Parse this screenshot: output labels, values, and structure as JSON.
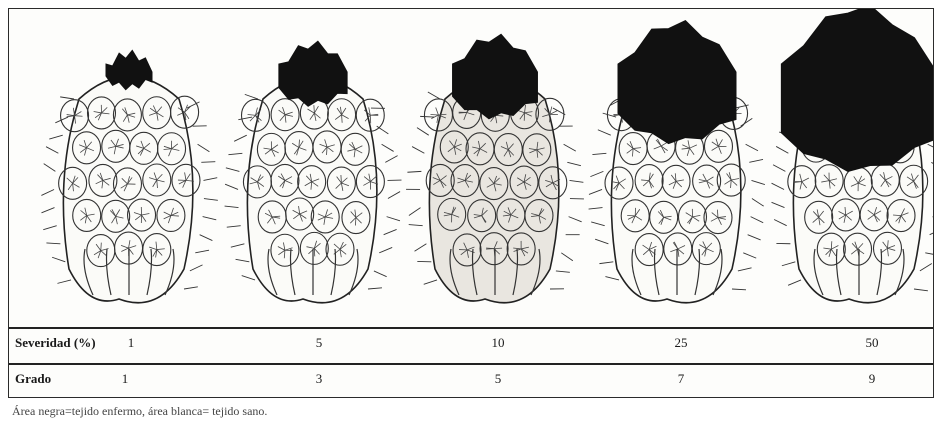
{
  "figure": {
    "illustrations": [
      {
        "severity_pct": 1
      },
      {
        "severity_pct": 5
      },
      {
        "severity_pct": 10
      },
      {
        "severity_pct": 25
      },
      {
        "severity_pct": 50
      }
    ]
  },
  "table": {
    "severity_label": "Severidad (%)",
    "severity_values": [
      "1",
      "5",
      "10",
      "25",
      "50"
    ],
    "grade_label": "Grado",
    "grade_values": [
      "1",
      "3",
      "5",
      "7",
      "9"
    ]
  },
  "caption": "Área negra=tejido enfermo, área blanca= tejido sano."
}
